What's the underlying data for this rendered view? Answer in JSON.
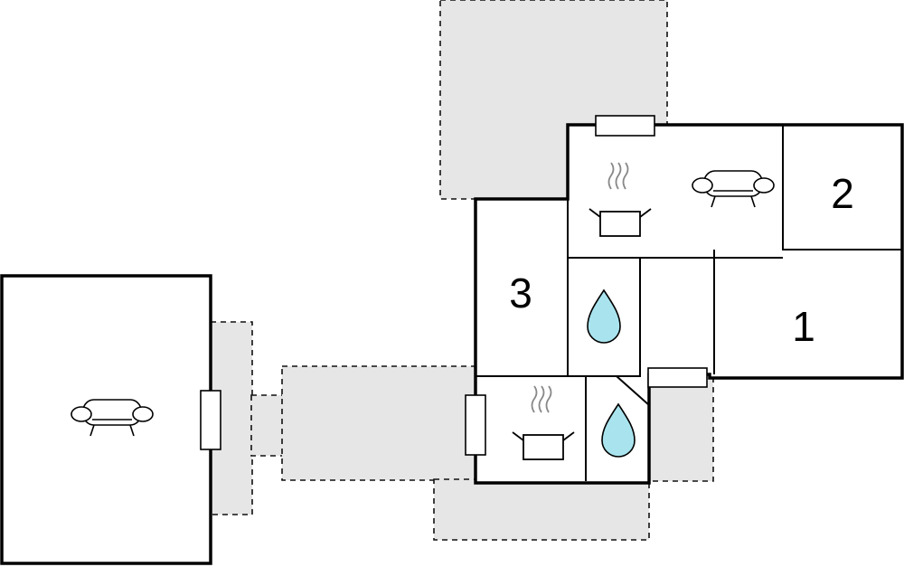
{
  "rooms": [
    {
      "label": "2"
    },
    {
      "label": "3"
    },
    {
      "label": "1"
    }
  ],
  "icons": {
    "sofa": "sofa-icon",
    "kitchen": "cooking-pot-icon",
    "bathroom": "water-drop-icon"
  },
  "colors": {
    "terrace_fill": "#e6e6e6",
    "wall": "#000000",
    "water": "#a9e4ee",
    "steam": "#888888"
  }
}
